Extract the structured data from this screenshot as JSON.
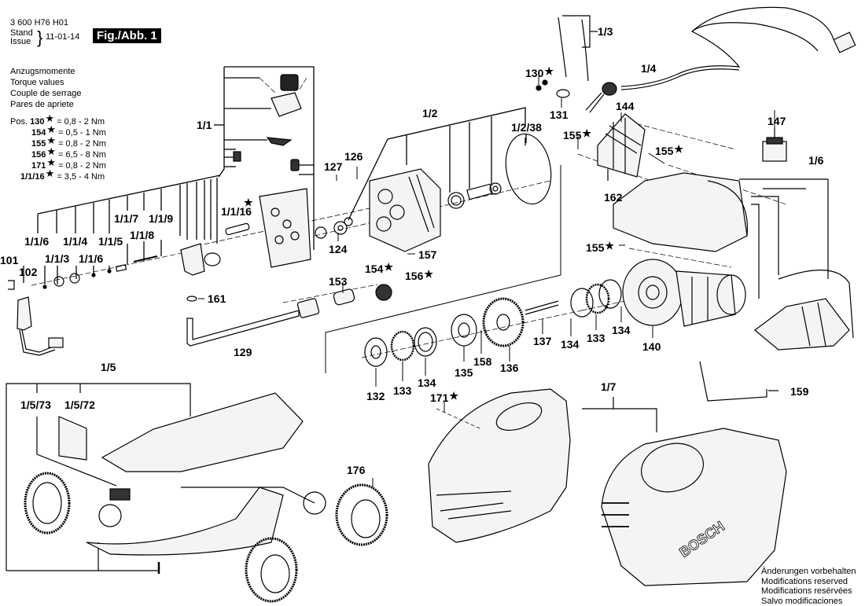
{
  "header": {
    "part_number": "3 600 H76 H01",
    "stand_label": "Stand",
    "issue_label": "Issue",
    "brace": "}",
    "date": "11-01-14",
    "figure_label": "Fig./Abb. 1"
  },
  "torque_legend": {
    "titles": [
      "Anzugsmomente",
      "Torque values",
      "Couple de serrage",
      "Pares de apriete"
    ],
    "pos_prefix": "Pos.",
    "star": "★",
    "rows": [
      {
        "pos": "130",
        "value": "= 0,8 - 2 Nm"
      },
      {
        "pos": "154",
        "value": "= 0,5 - 1 Nm"
      },
      {
        "pos": "155",
        "value": "= 0,8 - 2 Nm"
      },
      {
        "pos": "156",
        "value": "= 6,5 - 8 Nm"
      },
      {
        "pos": "171",
        "value": "= 0,8 - 2 Nm"
      },
      {
        "pos": "1/1/16",
        "value": "= 3,5 - 4 Nm"
      }
    ]
  },
  "part_labels": {
    "p1_1": "1/1",
    "p1_1_16": "1/1/16",
    "p1_1_6a": "1/1/6",
    "p1_1_4": "1/1/4",
    "p1_1_5": "1/1/5",
    "p1_1_7": "1/1/7",
    "p1_1_9": "1/1/9",
    "p1_1_3": "1/1/3",
    "p1_1_6b": "1/1/6",
    "p1_1_8": "1/1/8",
    "p101": "101",
    "p102": "102",
    "p161": "161",
    "p129": "129",
    "p127": "127",
    "p126": "126",
    "p124": "124",
    "p1_2": "1/2",
    "p1_2_38": "1/2/38",
    "p157": "157",
    "p156": "156",
    "p154": "154",
    "p153": "153",
    "p1_3": "1/3",
    "p1_4": "1/4",
    "p130": "130",
    "p131": "131",
    "p144": "144",
    "p147": "147",
    "p155a": "155",
    "p155b": "155",
    "p155c": "155",
    "p162": "162",
    "p1_6": "1/6",
    "p132": "132",
    "p133a": "133",
    "p134a": "134",
    "p135": "135",
    "p158": "158",
    "p136": "136",
    "p137": "137",
    "p134b": "134",
    "p133b": "133",
    "p134c": "134",
    "p140": "140",
    "p159": "159",
    "p171": "171",
    "p1_7": "1/7",
    "p1_5": "1/5",
    "p1_5_73": "1/5/73",
    "p1_5_72": "1/5/72",
    "p176": "176",
    "brand": "BOSCH"
  },
  "footer": {
    "lines": [
      "Änderungen vorbehalten",
      "Modifications reserved",
      "Modifications resérvées",
      "Salvo modificaciones"
    ]
  }
}
